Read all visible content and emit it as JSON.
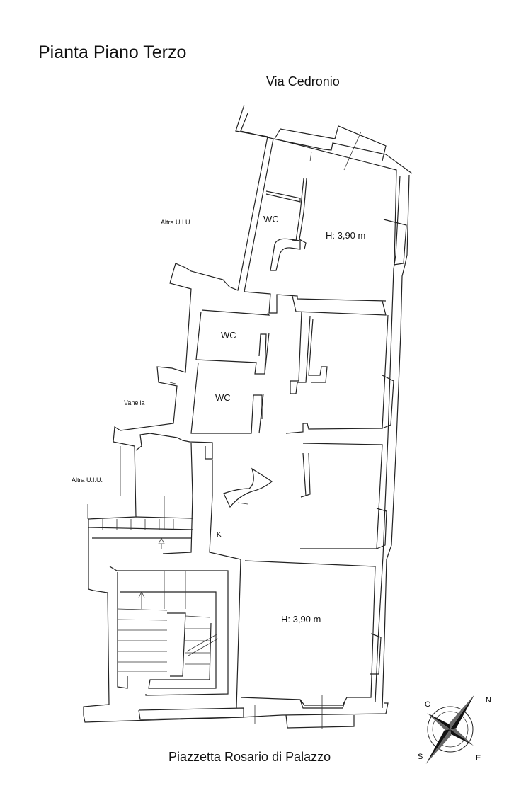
{
  "title": "Pianta Piano Terzo",
  "streets": {
    "top": "Via Cedronio",
    "bottom": "Piazzetta Rosario di Palazzo"
  },
  "neighbors": {
    "other_unit_upper": "Altra U.I.U.",
    "other_unit_lower": "Altra U.I.U.",
    "light_well": "Vanella"
  },
  "rooms": {
    "wc_1": "WC",
    "wc_2": "WC",
    "wc_3": "WC",
    "height_1": "H: 3,90 m",
    "height_2": "H: 3,90 m",
    "kitchen": "K"
  },
  "compass": {
    "icon": "compass-rose-icon",
    "letters": [
      "N",
      "E",
      "S",
      "O"
    ]
  }
}
